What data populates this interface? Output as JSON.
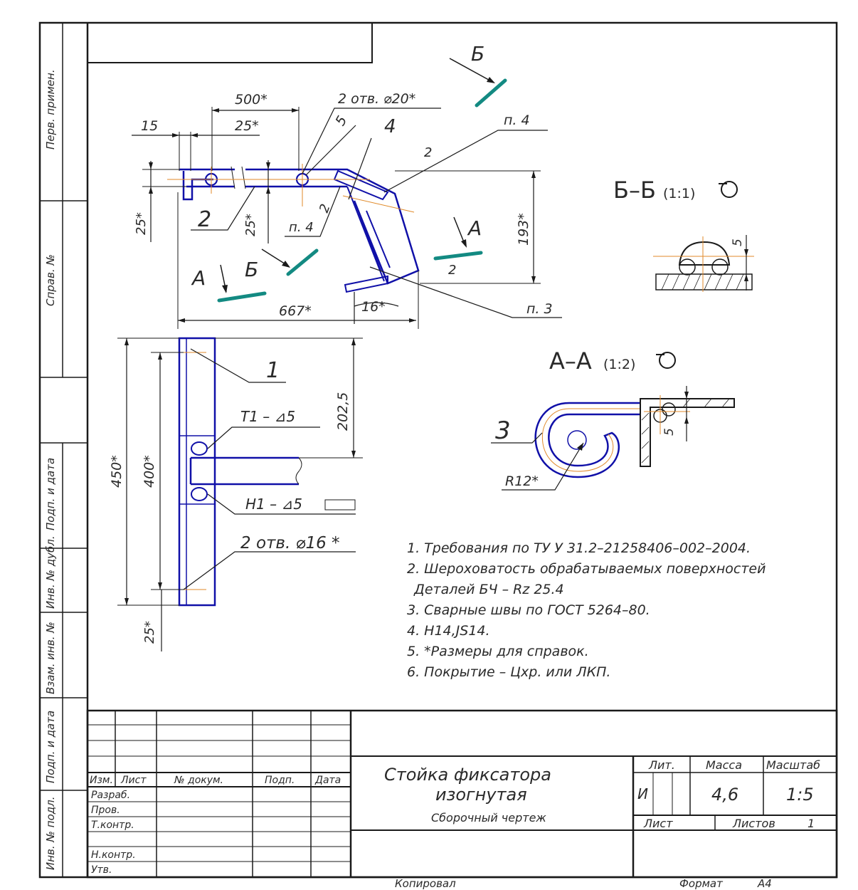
{
  "side_stamp": {
    "perv_primen": "Перв. примен.",
    "sprav_no": "Справ. №",
    "podp_data_1": "Подп. и дата",
    "inv_dubl": "Инв. № дубл.",
    "vzam_inv": "Взам. инв. №",
    "podp_data_2": "Подп. и дата",
    "inv_podl": "Инв. № подл."
  },
  "views": {
    "top": {
      "dim_500": "500*",
      "dim_holes": "2 отв. ⌀20*",
      "dim_15": "15",
      "dim_25h": "25*",
      "dim_5": "5",
      "leader_4": "4",
      "note_p4_a": "п. 4",
      "note_2_a": "2",
      "dim_25v_a": "25*",
      "dim_25v_b": "25*",
      "leader_2": "2",
      "note_p4_b": "п. 4",
      "note_2_b": "2",
      "dim_193": "193*",
      "cut_a_left": "А",
      "cut_b_left": "Б",
      "cut_b_top": "Б",
      "cut_a_right": "А",
      "note_2_c": "2",
      "dim_667": "667*",
      "dim_16": "16*",
      "note_p3": "п. 3"
    },
    "front": {
      "leader_1": "1",
      "weld_t1": "Т1 – ⊿5",
      "weld_n1": "Н1 – ⊿5",
      "dim_2025": "202,5",
      "dim_450": "450*",
      "dim_400": "400*",
      "holes": "2 отв. ⌀16 *",
      "dim_25": "25*"
    },
    "section_bb": {
      "title": "Б–Б",
      "scale": "(1:1)",
      "dim_5": "5"
    },
    "section_aa": {
      "title": "А–А",
      "scale": "(1:2)",
      "leader_3": "3",
      "radius": "R12*",
      "dim_5": "5"
    }
  },
  "notes": [
    "1. Требования по ТУ У 31.2–21258406–002–2004.",
    "2. Шероховатость обрабатываемых поверхностей",
    "Деталей БЧ – Rz 25.4",
    "3. Сварные швы по ГОСТ 5264–80.",
    "4. Н14,JS14.",
    "5. *Размеры для справок.",
    "6. Покрытие – Цхр. или ЛКП."
  ],
  "title_block": {
    "col_izm": "Изм.",
    "col_list": "Лист",
    "col_docum": "№ докум.",
    "col_podp": "Подп.",
    "col_data": "Дата",
    "row_razrab": "Разраб.",
    "row_prov": "Пров.",
    "row_tkontr": "Т.контр.",
    "row_nkontr": "Н.контр.",
    "row_utv": "Утв.",
    "name_line1": "Стойка фиксатора",
    "name_line2": "изогнутая",
    "doc_type": "Сборочный чертеж",
    "hdr_lit": "Лит.",
    "hdr_massa": "Масса",
    "hdr_masshtab": "Масштаб",
    "lit_value": "И",
    "massa_value": "4,6",
    "masshtab_value": "1:5",
    "list_label": "Лист",
    "listov_label": "Листов",
    "listov_value": "1"
  },
  "footer": {
    "kopiroval": "Копировал",
    "format_label": "Формат",
    "format_value": "А4"
  },
  "colors": {
    "frame": "#1a1a1a",
    "part": "#1010a8",
    "axis": "#e08a2a",
    "cut_mark": "#138a82"
  }
}
